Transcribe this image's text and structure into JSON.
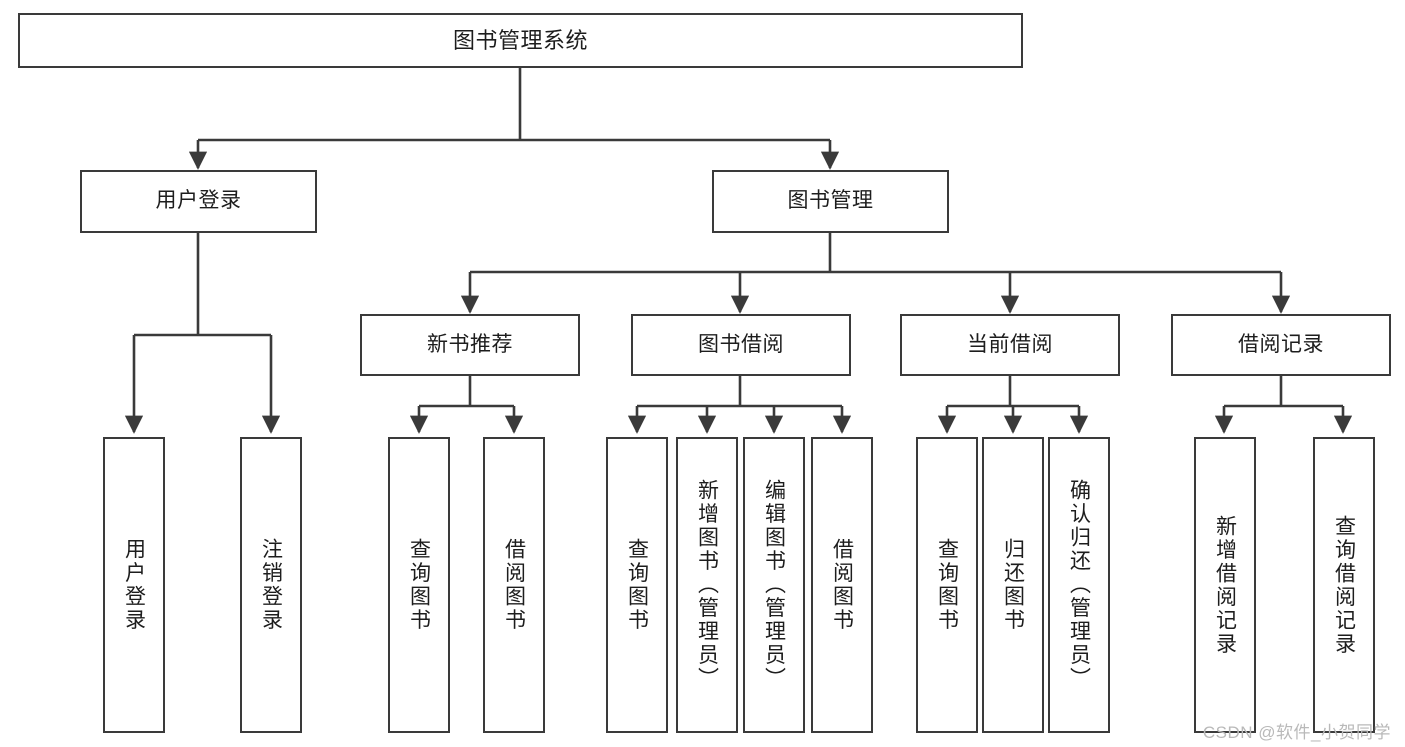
{
  "diagram": {
    "title": "图书管理系统",
    "type": "tree",
    "watermark": "CSDN @软件_小贺同学",
    "colors": {
      "box_border": "#3a3a3a",
      "box_fill": "#ffffff",
      "line": "#3a3a3a",
      "text": "#1d1d1d",
      "watermark": "#b9b9b9",
      "background": "#ffffff"
    },
    "root": {
      "label": "图书管理系统"
    },
    "level2": [
      {
        "label": "用户登录"
      },
      {
        "label": "图书管理"
      }
    ],
    "level3": [
      {
        "label": "新书推荐"
      },
      {
        "label": "图书借阅"
      },
      {
        "label": "当前借阅"
      },
      {
        "label": "借阅记录"
      }
    ],
    "leaves": {
      "user_login": [
        {
          "label": "用户登录"
        },
        {
          "label": "注销登录"
        }
      ],
      "new_book": [
        {
          "label": "查询图书"
        },
        {
          "label": "借阅图书"
        }
      ],
      "book_borrow": [
        {
          "label": "查询图书"
        },
        {
          "label": "新增图书（管理员）"
        },
        {
          "label": "编辑图书（管理员）"
        },
        {
          "label": "借阅图书"
        }
      ],
      "current_borrow": [
        {
          "label": "查询图书"
        },
        {
          "label": "归还图书"
        },
        {
          "label": "确认归还（管理员）"
        }
      ],
      "borrow_record": [
        {
          "label": "新增借阅记录"
        },
        {
          "label": "查询借阅记录"
        }
      ]
    }
  }
}
